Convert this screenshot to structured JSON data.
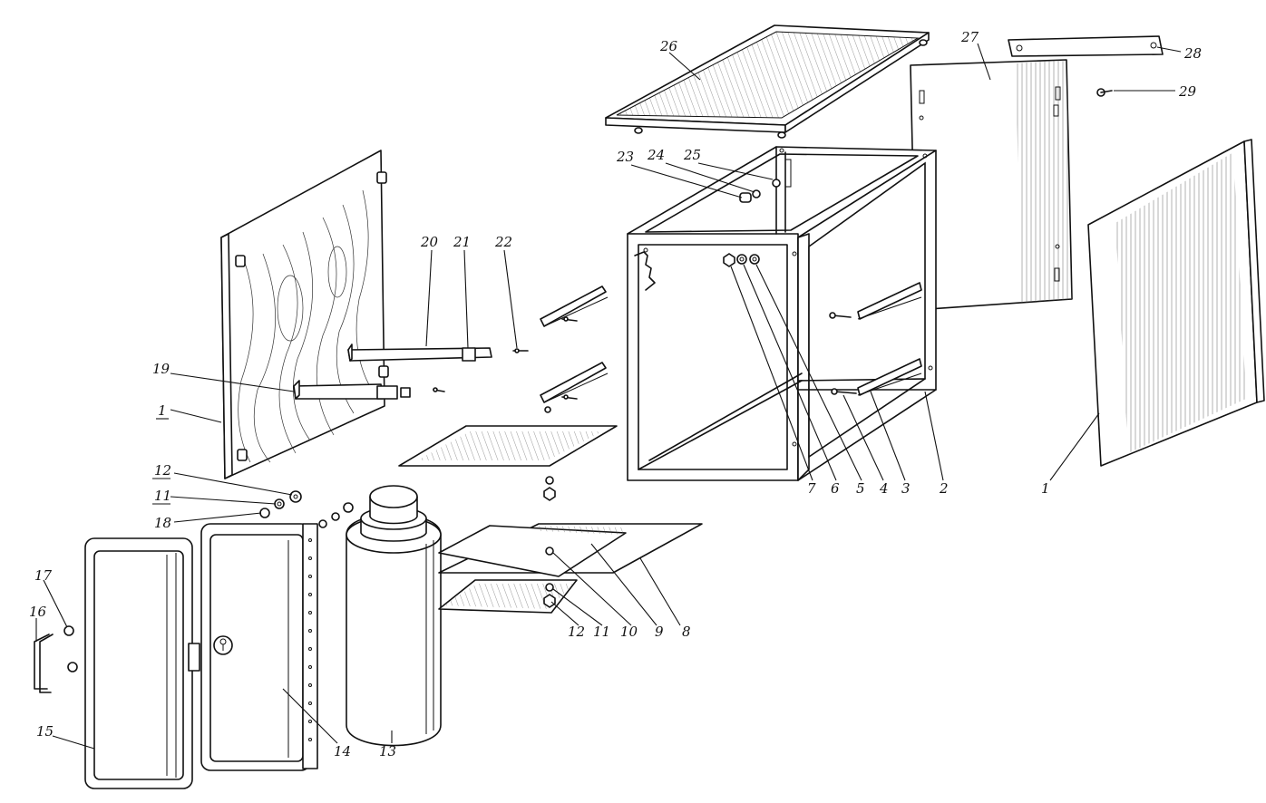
{
  "labels": [
    {
      "id": "l1a",
      "text": "1"
    },
    {
      "id": "l1b",
      "text": "1"
    },
    {
      "id": "l2",
      "text": "2"
    },
    {
      "id": "l3",
      "text": "3"
    },
    {
      "id": "l4",
      "text": "4"
    },
    {
      "id": "l5",
      "text": "5"
    },
    {
      "id": "l6",
      "text": "6"
    },
    {
      "id": "l7",
      "text": "7"
    },
    {
      "id": "l8",
      "text": "8"
    },
    {
      "id": "l9",
      "text": "9"
    },
    {
      "id": "l10",
      "text": "10"
    },
    {
      "id": "l11a",
      "text": "11"
    },
    {
      "id": "l11b",
      "text": "11"
    },
    {
      "id": "l12a",
      "text": "12"
    },
    {
      "id": "l12b",
      "text": "12"
    },
    {
      "id": "l13",
      "text": "13"
    },
    {
      "id": "l14",
      "text": "14"
    },
    {
      "id": "l15",
      "text": "15"
    },
    {
      "id": "l16",
      "text": "16"
    },
    {
      "id": "l17",
      "text": "17"
    },
    {
      "id": "l18",
      "text": "18"
    },
    {
      "id": "l19",
      "text": "19"
    },
    {
      "id": "l20",
      "text": "20"
    },
    {
      "id": "l21",
      "text": "21"
    },
    {
      "id": "l22",
      "text": "22"
    },
    {
      "id": "l23",
      "text": "23"
    },
    {
      "id": "l24",
      "text": "24"
    },
    {
      "id": "l25",
      "text": "25"
    },
    {
      "id": "l26",
      "text": "26"
    },
    {
      "id": "l27",
      "text": "27"
    },
    {
      "id": "l28",
      "text": "28"
    },
    {
      "id": "l29",
      "text": "29"
    }
  ]
}
